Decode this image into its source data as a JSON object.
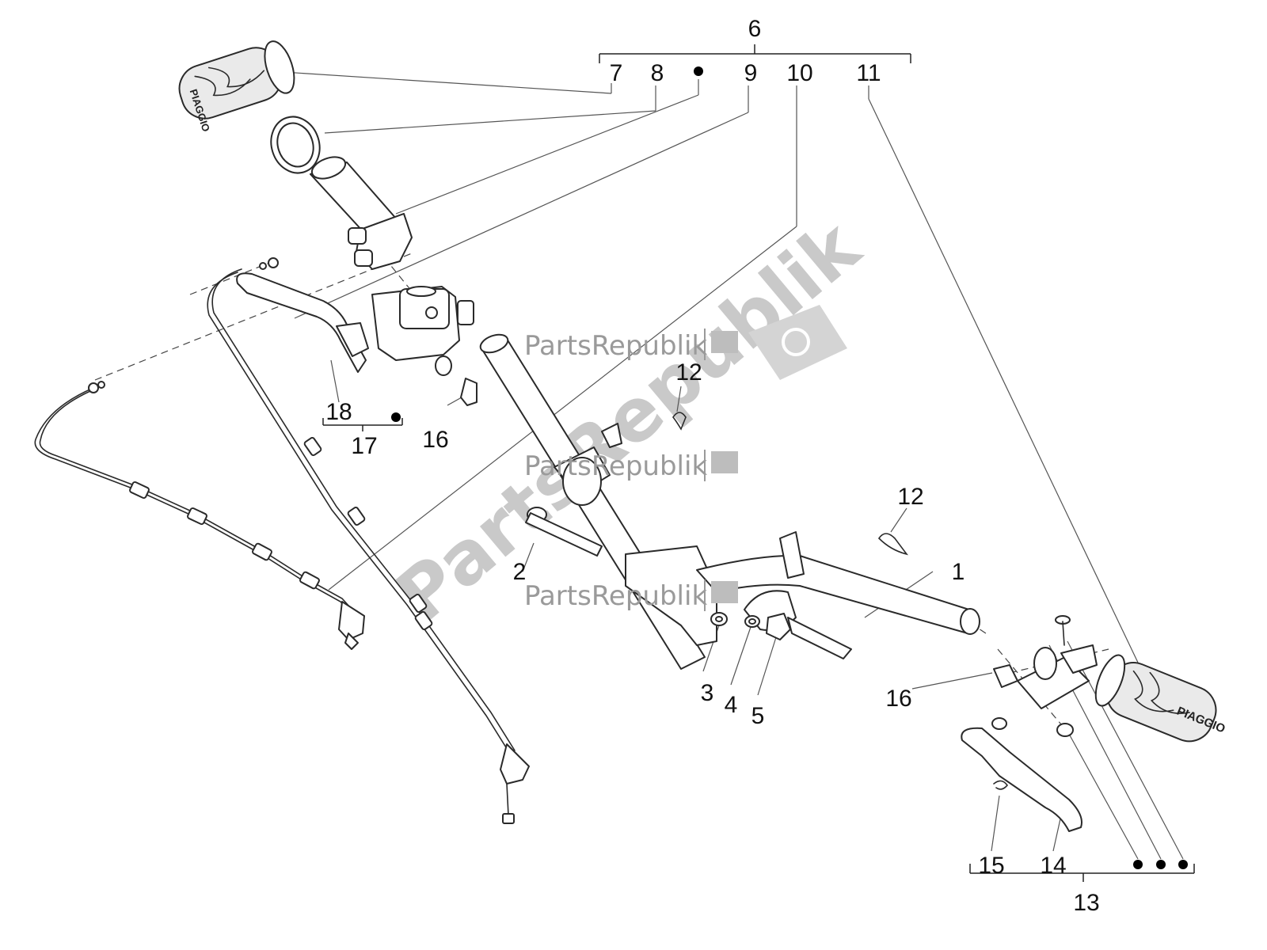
{
  "callouts": {
    "c1": "1",
    "c2": "2",
    "c3": "3",
    "c4": "4",
    "c5": "5",
    "c6": "6",
    "c7": "7",
    "c8": "8",
    "c9": "9",
    "c10": "10",
    "c11": "11",
    "c12a": "12",
    "c12b": "12",
    "c13": "13",
    "c14": "14",
    "c15": "15",
    "c16a": "16",
    "c16b": "16",
    "c17": "17",
    "c18": "18"
  },
  "watermark": {
    "text": "PartsRepublik",
    "big_text": "PartsRepublik"
  },
  "grip_brand": {
    "left": "PIAGGIO",
    "right": "PIAGGIO"
  }
}
